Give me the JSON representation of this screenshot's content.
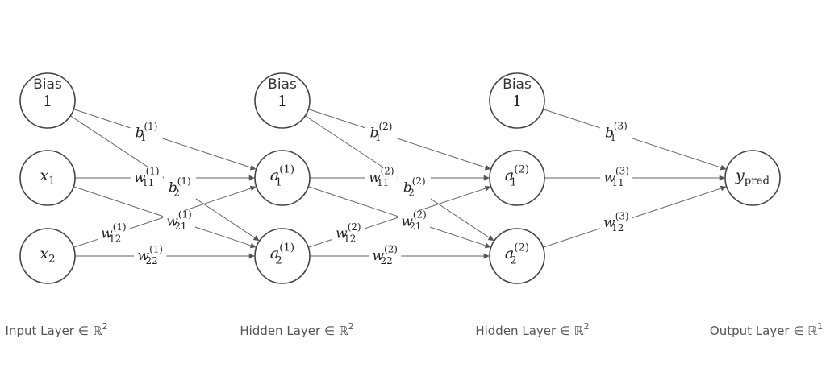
{
  "nodes": [
    {
      "id": "bias1",
      "layer": 0,
      "row": 0,
      "kind": "bias",
      "word": "Bias",
      "value": "1"
    },
    {
      "id": "x1",
      "layer": 0,
      "row": 1,
      "kind": "var",
      "base": "x",
      "sub": "1"
    },
    {
      "id": "x2",
      "layer": 0,
      "row": 2,
      "kind": "var",
      "base": "x",
      "sub": "2"
    },
    {
      "id": "bias2",
      "layer": 1,
      "row": 0,
      "kind": "bias",
      "word": "Bias",
      "value": "1"
    },
    {
      "id": "a11",
      "layer": 1,
      "row": 1,
      "kind": "var",
      "base": "a",
      "sub": "1",
      "sup": "(1)"
    },
    {
      "id": "a21",
      "layer": 1,
      "row": 2,
      "kind": "var",
      "base": "a",
      "sub": "2",
      "sup": "(1)"
    },
    {
      "id": "bias3",
      "layer": 2,
      "row": 0,
      "kind": "bias",
      "word": "Bias",
      "value": "1"
    },
    {
      "id": "a12",
      "layer": 2,
      "row": 1,
      "kind": "var",
      "base": "a",
      "sub": "1",
      "sup": "(2)"
    },
    {
      "id": "a22",
      "layer": 2,
      "row": 2,
      "kind": "var",
      "base": "a",
      "sub": "2",
      "sup": "(2)"
    },
    {
      "id": "ypred",
      "layer": 3,
      "row": 1,
      "kind": "var",
      "base": "y",
      "sub": "pred"
    }
  ],
  "edges": [
    {
      "from": "bias1",
      "to": "a11",
      "label": {
        "base": "b",
        "sub": "1",
        "sup": "(1)"
      }
    },
    {
      "from": "bias1",
      "to": "a21",
      "label": {
        "base": "b",
        "sub": "2",
        "sup": "(1)"
      }
    },
    {
      "from": "x1",
      "to": "a11",
      "label": {
        "base": "w",
        "sub": "11",
        "sup": "(1)"
      }
    },
    {
      "from": "x1",
      "to": "a21",
      "label": {
        "base": "w",
        "sub": "21",
        "sup": "(1)"
      }
    },
    {
      "from": "x2",
      "to": "a11",
      "label": {
        "base": "w",
        "sub": "12",
        "sup": "(1)"
      }
    },
    {
      "from": "x2",
      "to": "a21",
      "label": {
        "base": "w",
        "sub": "22",
        "sup": "(1)"
      }
    },
    {
      "from": "bias2",
      "to": "a12",
      "label": {
        "base": "b",
        "sub": "1",
        "sup": "(2)"
      }
    },
    {
      "from": "bias2",
      "to": "a22",
      "label": {
        "base": "b",
        "sub": "2",
        "sup": "(2)"
      }
    },
    {
      "from": "a11",
      "to": "a12",
      "label": {
        "base": "w",
        "sub": "11",
        "sup": "(2)"
      }
    },
    {
      "from": "a11",
      "to": "a22",
      "label": {
        "base": "w",
        "sub": "21",
        "sup": "(2)"
      }
    },
    {
      "from": "a21",
      "to": "a12",
      "label": {
        "base": "w",
        "sub": "12",
        "sup": "(2)"
      }
    },
    {
      "from": "a21",
      "to": "a22",
      "label": {
        "base": "w",
        "sub": "22",
        "sup": "(2)"
      }
    },
    {
      "from": "bias3",
      "to": "ypred",
      "label": {
        "base": "b",
        "sub": "1",
        "sup": "(3)"
      }
    },
    {
      "from": "a12",
      "to": "ypred",
      "label": {
        "base": "w",
        "sub": "11",
        "sup": "(3)"
      }
    },
    {
      "from": "a22",
      "to": "ypred",
      "label": {
        "base": "w",
        "sub": "12",
        "sup": "(3)"
      }
    }
  ],
  "layers": [
    {
      "label": "Input Layer ∈ ℝ",
      "dim": "2"
    },
    {
      "label": "Hidden Layer ∈ ℝ",
      "dim": "2"
    },
    {
      "label": "Hidden Layer ∈ ℝ",
      "dim": "2"
    },
    {
      "label": "Output Layer ∈ ℝ",
      "dim": "1"
    }
  ]
}
